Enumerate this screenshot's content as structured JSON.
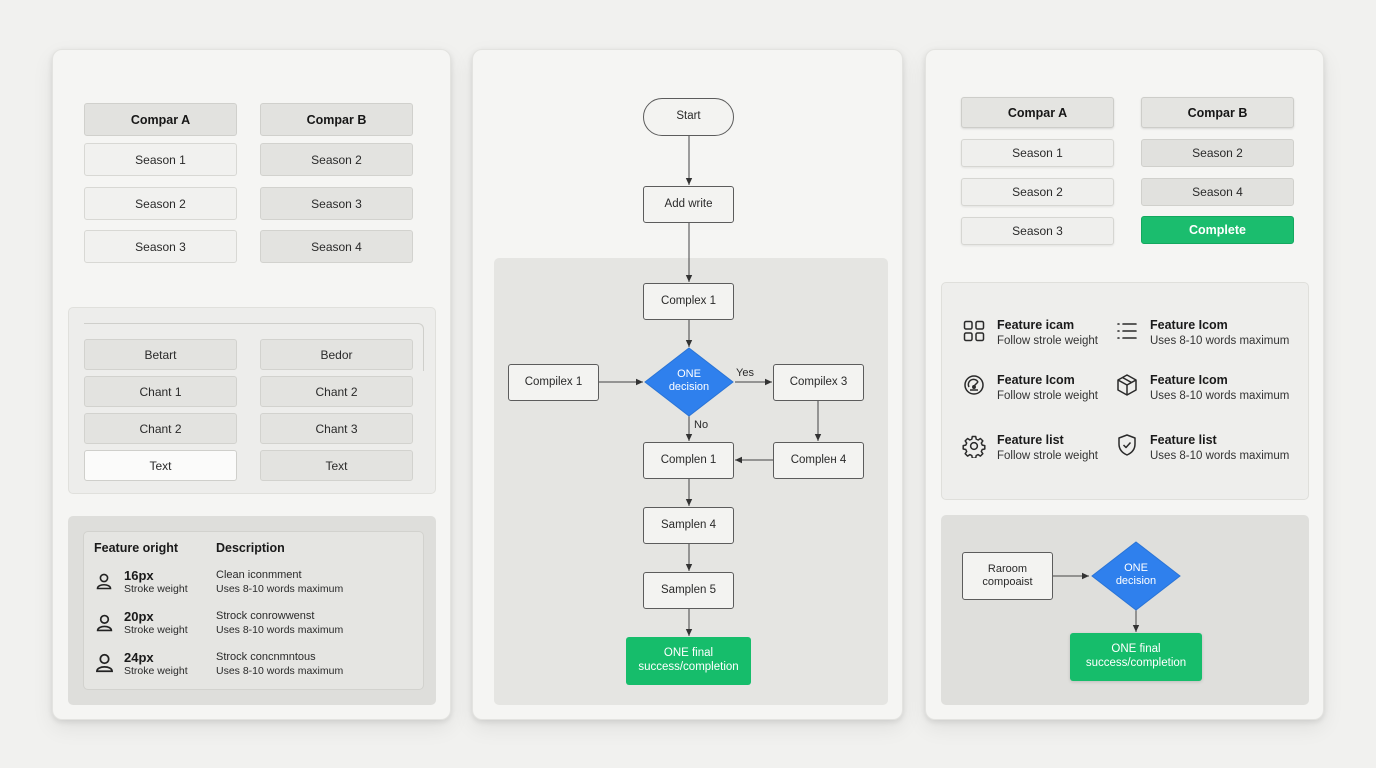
{
  "left_panel": {
    "compare_grid": {
      "headers": [
        "Compar A",
        "Compar B"
      ],
      "col_a": [
        "Season 1",
        "Season 2",
        "Season 3"
      ],
      "col_b": [
        "Season 2",
        "Season 3",
        "Season 4"
      ]
    },
    "list_grid": {
      "col_a": [
        "Betart",
        "Chant 1",
        "Chant 2",
        "Text"
      ],
      "col_b": [
        "Bedor",
        "Chant 2",
        "Chant 3",
        "Text"
      ]
    },
    "table": {
      "headers": [
        "Feature oright",
        "Description"
      ],
      "rows": [
        {
          "size": "16px",
          "caption": "Stroke weight",
          "desc": "Clean iconmment",
          "desc_sub": "Uses 8-10 words maximum",
          "icon": "user-icon"
        },
        {
          "size": "20px",
          "caption": "Stroke weight",
          "desc": "Strock conrowwenst",
          "desc_sub": "Uses 8-10 words maximum",
          "icon": "user-icon"
        },
        {
          "size": "24px",
          "caption": "Stroke weight",
          "desc": "Strock concnmntous",
          "desc_sub": "Uses 8-10 words maximum",
          "icon": "user-icon"
        }
      ]
    }
  },
  "flowchart": {
    "start": "Start",
    "add_write": "Add write",
    "complex_1": "Complex 1",
    "decision": "ONE\ndecision",
    "compilex_1": "Compilex 1",
    "compilex_3": "Compilex 3",
    "complen_1": "Complen 1",
    "complen_4": "Complен 4",
    "samplen_4": "Samplen 4",
    "samplen_5": "Samplen 5",
    "final": "ONE final\nsuccess/completion",
    "yes_label": "Yes",
    "no_label": "No"
  },
  "right_panel": {
    "compare_grid": {
      "headers": [
        "Compar A",
        "Compar B"
      ],
      "col_a": [
        "Season 1",
        "Season 2",
        "Season 3"
      ],
      "col_b": [
        "Season 2",
        "Season 4",
        "Complete"
      ]
    },
    "features": [
      {
        "title": "Feature icam",
        "sub": "Follow strole weight",
        "icon": "grid-icon"
      },
      {
        "title": "Feature Icom",
        "sub": "Uses 8-10 words maximum",
        "icon": "list-icon"
      },
      {
        "title": "Feature Icom",
        "sub": "Follow strole weight",
        "icon": "gauge-icon"
      },
      {
        "title": "Feature Icom",
        "sub": "Uses 8-10 words maximum",
        "icon": "box-icon"
      },
      {
        "title": "Feature list",
        "sub": "Follow strole weight",
        "icon": "gear-icon"
      },
      {
        "title": "Feature list",
        "sub": "Uses 8-10 words maximum",
        "icon": "shield-check-icon"
      }
    ],
    "mini_flow": {
      "source": "Raroom\ncompoaist",
      "decision": "ONE\ndecision",
      "final": "ONE final\nsuccess/completion"
    }
  },
  "colors": {
    "background": "#f1f1ef",
    "decision_blue": "#2f80ed",
    "success_green": "#1bbd6e"
  }
}
